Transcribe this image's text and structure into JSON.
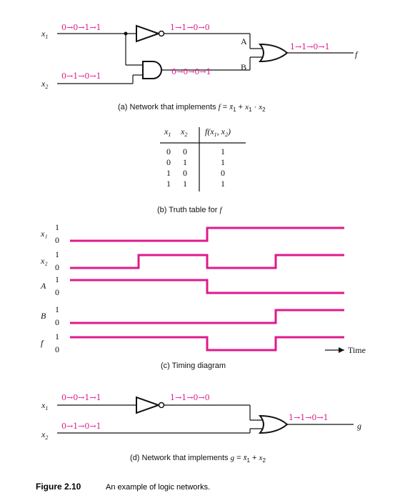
{
  "network_a": {
    "x1_label": "x1",
    "x2_label": "x2",
    "x1_seq": "0→0→1→1",
    "x2_seq": "0→1→0→1",
    "not_out_seq": "1→1→0→0",
    "and_out_seq": "0→0→0→1",
    "or_out_seq": "1→1→0→1",
    "node_a": "A",
    "node_b": "B",
    "out_label": "f",
    "caption": "(a) Network that implements  f = x̄₁ + x₁ · x₂"
  },
  "truth_table": {
    "headers": [
      "x₁",
      "x₂",
      "f(x₁, x₂)"
    ],
    "rows": [
      [
        "0",
        "0",
        "1"
      ],
      [
        "0",
        "1",
        "1"
      ],
      [
        "1",
        "0",
        "0"
      ],
      [
        "1",
        "1",
        "1"
      ]
    ],
    "caption": "(b) Truth table for f"
  },
  "timing": {
    "signals": [
      {
        "name": "x₁",
        "values": [
          0,
          0,
          1,
          1
        ]
      },
      {
        "name": "x₂",
        "values": [
          0,
          1,
          0,
          1
        ]
      },
      {
        "name": "A",
        "values": [
          1,
          1,
          0,
          0
        ]
      },
      {
        "name": "B",
        "values": [
          0,
          0,
          0,
          1
        ]
      },
      {
        "name": "f",
        "values": [
          1,
          1,
          0,
          1
        ]
      }
    ],
    "high_label": "1",
    "low_label": "0",
    "time_label": "Time",
    "caption": "(c) Timing diagram"
  },
  "network_d": {
    "x1_label": "x1",
    "x2_label": "x2",
    "x1_seq": "0→0→1→1",
    "x2_seq": "0→1→0→1",
    "not_out_seq": "1→1→0→0",
    "or_out_seq": "1→1→0→1",
    "out_label": "g",
    "caption": "(d) Network that implements  g = x̄₁ + x₂"
  },
  "figure": {
    "number": "Figure 2.10",
    "title": "An example of logic networks."
  }
}
